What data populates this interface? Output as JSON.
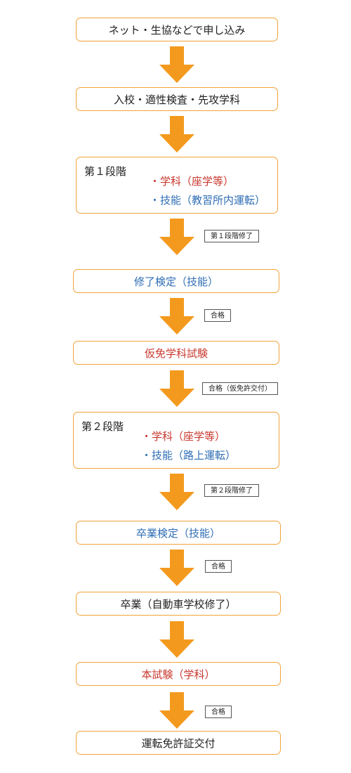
{
  "steps": {
    "apply": "ネット・生協などで申し込み",
    "enroll": "入校・適性検査・先攻学科",
    "stage1": {
      "title": "第１段階",
      "item1": "・学科（座学等）",
      "item2": "・技能（教習所内運転）"
    },
    "exam_complete": "修了検定（技能）",
    "provisional_test": "仮免学科試験",
    "stage2": {
      "title": "第２段階",
      "item1": "・学科（座学等）",
      "item2": "・技能（路上運転）"
    },
    "graduation_exam": "卒業検定（技能）",
    "graduation": "卒業（自動車学校修了）",
    "main_exam": "本試験（学科）",
    "license": "運転免許証交付"
  },
  "tags": {
    "stage1_done": "第１段階修了",
    "pass1": "合格",
    "pass_provisional": "合格（仮免許交付）",
    "stage2_done": "第２段階修了",
    "pass2": "合格",
    "pass3": "合格"
  },
  "colors": {
    "border": "#f2a33a",
    "arrow": "#f39a1e",
    "red_text": "#c8372d",
    "blue_text": "#2f6eb5"
  }
}
